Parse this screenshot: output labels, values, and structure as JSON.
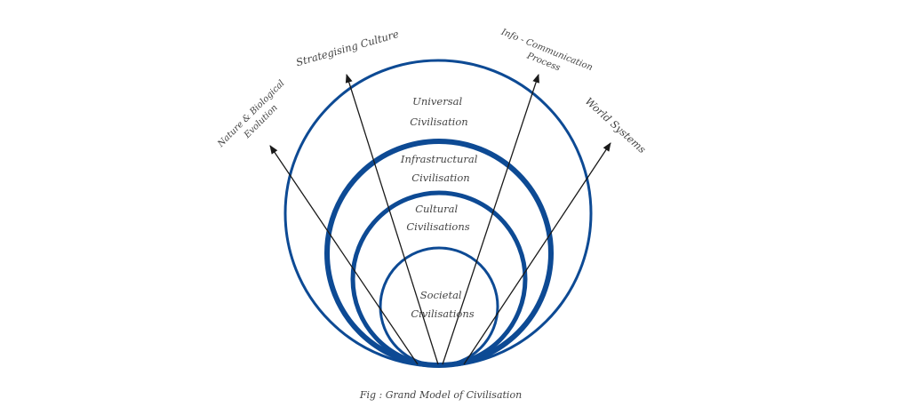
{
  "diagram": {
    "caption": "Fig : Grand Model of Civilisation",
    "circle_color": "#0d4a94",
    "arrow_color": "#1a1a1a",
    "text_color": "#444444",
    "circles": {
      "universal": [
        "Universal",
        "Civilisation"
      ],
      "infrastructural": [
        "Infrastructural",
        "Civilisation"
      ],
      "cultural": [
        "Cultural",
        "Civilisations"
      ],
      "societal": [
        "Societal",
        "Civilisations"
      ]
    },
    "arrows": {
      "nature": [
        "Nature & Biological",
        "Evolution"
      ],
      "strategising": "Strategising Culture",
      "info": [
        "Info - Communication",
        "Process"
      ],
      "world": "World Systems"
    }
  }
}
